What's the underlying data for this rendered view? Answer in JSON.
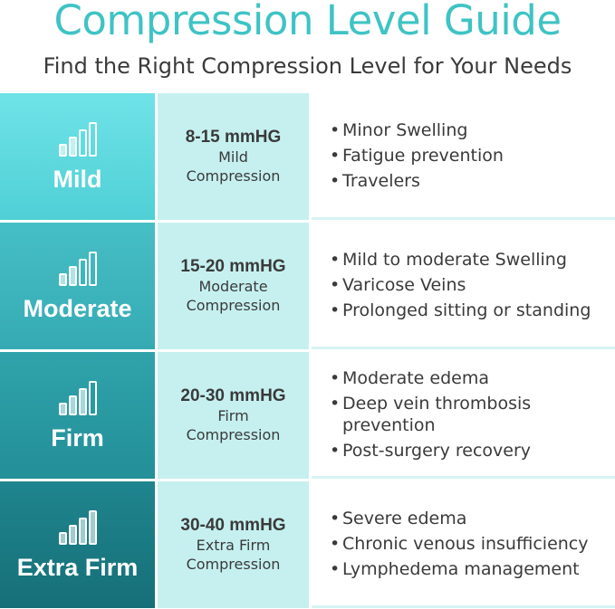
{
  "header": {
    "title": "Compression Level Guide",
    "subtitle": "Find the Right Compression Level for Your Needs"
  },
  "levels": [
    {
      "name": "Mild",
      "icon": "signal-bars-icon",
      "filled_bars": 2,
      "mmhg": "8-15 mmHG",
      "sub_line1": "Mild",
      "sub_line2": "Compression",
      "uses": [
        "Minor Swelling",
        "Fatigue prevention",
        "Travelers"
      ]
    },
    {
      "name": "Moderate",
      "icon": "signal-bars-icon",
      "filled_bars": 2,
      "mmhg": "15-20 mmHG",
      "sub_line1": "Moderate",
      "sub_line2": "Compression",
      "uses": [
        "Mild to moderate Swelling",
        "Varicose Veins",
        "Prolonged sitting or standing"
      ]
    },
    {
      "name": "Firm",
      "icon": "signal-bars-icon",
      "filled_bars": 3,
      "mmhg": "20-30 mmHG",
      "sub_line1": "Firm",
      "sub_line2": "Compression",
      "uses": [
        "Moderate edema",
        "Deep vein thrombosis\nprevention",
        "Post-surgery recovery"
      ]
    },
    {
      "name": "Extra Firm",
      "icon": "signal-bars-icon",
      "filled_bars": 4,
      "mmhg": "30-40 mmHG",
      "sub_line1": "Extra Firm",
      "sub_line2": "Compression",
      "uses": [
        "Severe edema",
        "Chronic venous insufficiency",
        "Lymphedema management"
      ]
    }
  ],
  "bullet": "•",
  "colors": {
    "title": "#3fc3c4",
    "mild": "#5ad8dd",
    "moderate": "#3eb4bc",
    "firm": "#2799a1",
    "extra_firm": "#1a7a83",
    "middle_column": "#c6f0f0",
    "text": "#3a3a3a"
  }
}
